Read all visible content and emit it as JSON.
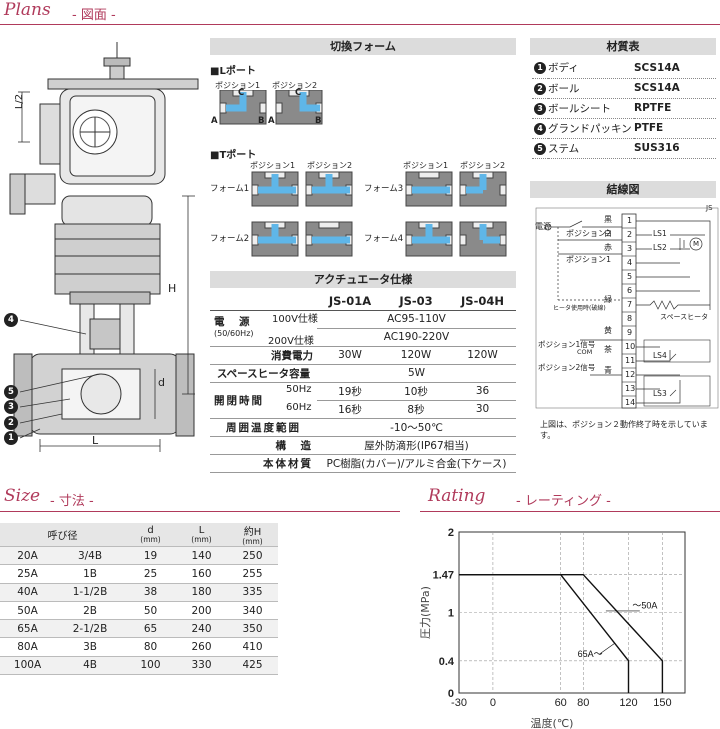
{
  "sections": {
    "plans": {
      "title": "Plans",
      "sub": "- 図面 -"
    },
    "size": {
      "title": "Size",
      "sub": "- 寸法 -"
    },
    "rating": {
      "title": "Rating",
      "sub": "- レーティング -"
    }
  },
  "drawing": {
    "dim_l2": "L/2",
    "dim_h": "H",
    "dim_d": "d",
    "dim_l": "L",
    "callouts": [
      "4",
      "5",
      "3",
      "2",
      "1"
    ]
  },
  "switch_form": {
    "title": "切換フォーム",
    "l_port": "■Lポート",
    "t_port": "■Tポート",
    "position1": "ポジション1",
    "position2": "ポジション2",
    "forms": [
      "フォーム1",
      "フォーム2",
      "フォーム3",
      "フォーム4"
    ],
    "ports": {
      "a": "A",
      "b": "B",
      "c": "C"
    }
  },
  "materials": {
    "title": "材質表",
    "rows": [
      {
        "num": "1",
        "part": "ボディ",
        "material": "SCS14A"
      },
      {
        "num": "2",
        "part": "ボール",
        "material": "SCS14A"
      },
      {
        "num": "3",
        "part": "ボールシート",
        "material": "RPTFE"
      },
      {
        "num": "4",
        "part": "グランドパッキン",
        "material": "PTFE"
      },
      {
        "num": "5",
        "part": "ステム",
        "material": "SUS316"
      }
    ]
  },
  "wiring": {
    "title": "結線図",
    "js": "JS",
    "labels": {
      "power": "電源",
      "pos2": "ポジション2",
      "pos1": "ポジション1",
      "heater_use": "ヒータ使用時(破線)",
      "space_heater": "スペースヒータ",
      "pos1_signal": "ポジション1信号",
      "pos2_signal": "ポジション2信号",
      "com": "COM"
    },
    "wire_colors": [
      "黒",
      "白",
      "赤",
      "緑",
      "黄",
      "茶",
      "青"
    ],
    "switches": [
      "LS1",
      "LS2",
      "LS4",
      "LS3"
    ],
    "motor": "M",
    "terminals": [
      "1",
      "2",
      "3",
      "4",
      "5",
      "6",
      "7",
      "8",
      "9",
      "10",
      "11",
      "12",
      "13",
      "14"
    ],
    "note": "上図は、ポジション２動作終了時を示しています。"
  },
  "actuator": {
    "title": "アクチュエータ仕様",
    "models": [
      "JS-01A",
      "JS-03",
      "JS-04H"
    ],
    "power_label": "電　源",
    "power_sub": "(50/60Hz)",
    "v100": {
      "label": "100V仕様",
      "value": "AC95-110V"
    },
    "v200": {
      "label": "200V仕様",
      "value": "AC190-220V"
    },
    "consumption": {
      "label": "消費電力",
      "values": [
        "30W",
        "120W",
        "120W"
      ]
    },
    "heater": {
      "label": "スペースヒータ容量",
      "value": "5W"
    },
    "open_close": {
      "label": "開閉時間",
      "hz50": {
        "label": "50Hz",
        "values": [
          "19秒",
          "10秒",
          "36"
        ]
      },
      "hz60": {
        "label": "60Hz",
        "values": [
          "16秒",
          "8秒",
          "30"
        ]
      }
    },
    "temp": {
      "label": "周囲温度範囲",
      "value": "-10〜50℃"
    },
    "structure": {
      "label": "構　造",
      "value": "屋外防滴形(IP67相当)"
    },
    "body_material": {
      "label": "本体材質",
      "value": "PC樹脂(カバー)/アルミ合金(下ケース)"
    }
  },
  "size_table": {
    "headers": {
      "nominal": "呼び径",
      "d": "d",
      "l": "L",
      "h": "約H",
      "unit": "(mm)"
    },
    "rows": [
      {
        "a": "20A",
        "b": "3/4B",
        "d": "19",
        "l": "140",
        "h": "250"
      },
      {
        "a": "25A",
        "b": "1B",
        "d": "25",
        "l": "160",
        "h": "255"
      },
      {
        "a": "40A",
        "b": "1-1/2B",
        "d": "38",
        "l": "180",
        "h": "335"
      },
      {
        "a": "50A",
        "b": "2B",
        "d": "50",
        "l": "200",
        "h": "340"
      },
      {
        "a": "65A",
        "b": "2-1/2B",
        "d": "65",
        "l": "240",
        "h": "350"
      },
      {
        "a": "80A",
        "b": "3B",
        "d": "80",
        "l": "260",
        "h": "410"
      },
      {
        "a": "100A",
        "b": "4B",
        "d": "100",
        "l": "330",
        "h": "425"
      }
    ]
  },
  "chart_data": {
    "type": "line",
    "xlabel": "温度(℃)",
    "ylabel": "圧力(MPa)",
    "x_ticks": [
      -30,
      0,
      60,
      80,
      120,
      150
    ],
    "y_ticks": [
      0,
      0.4,
      1,
      1.47,
      2
    ],
    "xlim": [
      -30,
      170
    ],
    "ylim": [
      0,
      2
    ],
    "grid": true,
    "series": [
      {
        "name": "〜50A",
        "x": [
          -30,
          80,
          150,
          150
        ],
        "y": [
          1.47,
          1.47,
          0.4,
          0
        ]
      },
      {
        "name": "65A〜",
        "x": [
          -30,
          60,
          120,
          120
        ],
        "y": [
          1.47,
          1.47,
          0.4,
          0
        ]
      }
    ]
  }
}
